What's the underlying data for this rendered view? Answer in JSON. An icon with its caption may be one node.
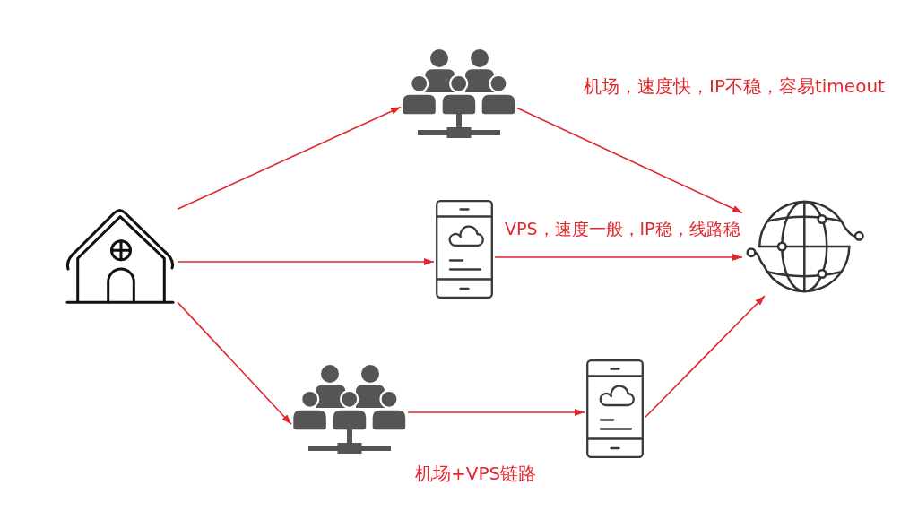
{
  "diagram": {
    "nodes": [
      {
        "text": [],
        "shape": "picture"
      },
      {
        "text": [],
        "shape": "picture"
      },
      {
        "text": [],
        "shape": "picture"
      },
      {
        "text": [],
        "shape": "picture",
        "beside": [
          "机场+VPS链路"
        ]
      },
      {
        "text": [],
        "shape": "picture"
      },
      {
        "text": [],
        "shape": "picture"
      }
    ],
    "edges": [
      {
        "from": 0,
        "to": 1,
        "arrow": "to"
      },
      {
        "from": 0,
        "to": 2,
        "arrow": "to"
      },
      {
        "from": 0,
        "to": 3,
        "arrow": "to"
      },
      {
        "from": 1,
        "to": 5,
        "arrow": "to",
        "label": "机场，速度快，IP不稳，容易timeout"
      },
      {
        "from": 2,
        "to": 5,
        "arrow": "to",
        "label": "VPS，速度一般，IP稳，线路稳"
      },
      {
        "from": 3,
        "to": 4,
        "arrow": "to"
      },
      {
        "from": 4,
        "to": 5,
        "arrow": "to"
      }
    ]
  }
}
